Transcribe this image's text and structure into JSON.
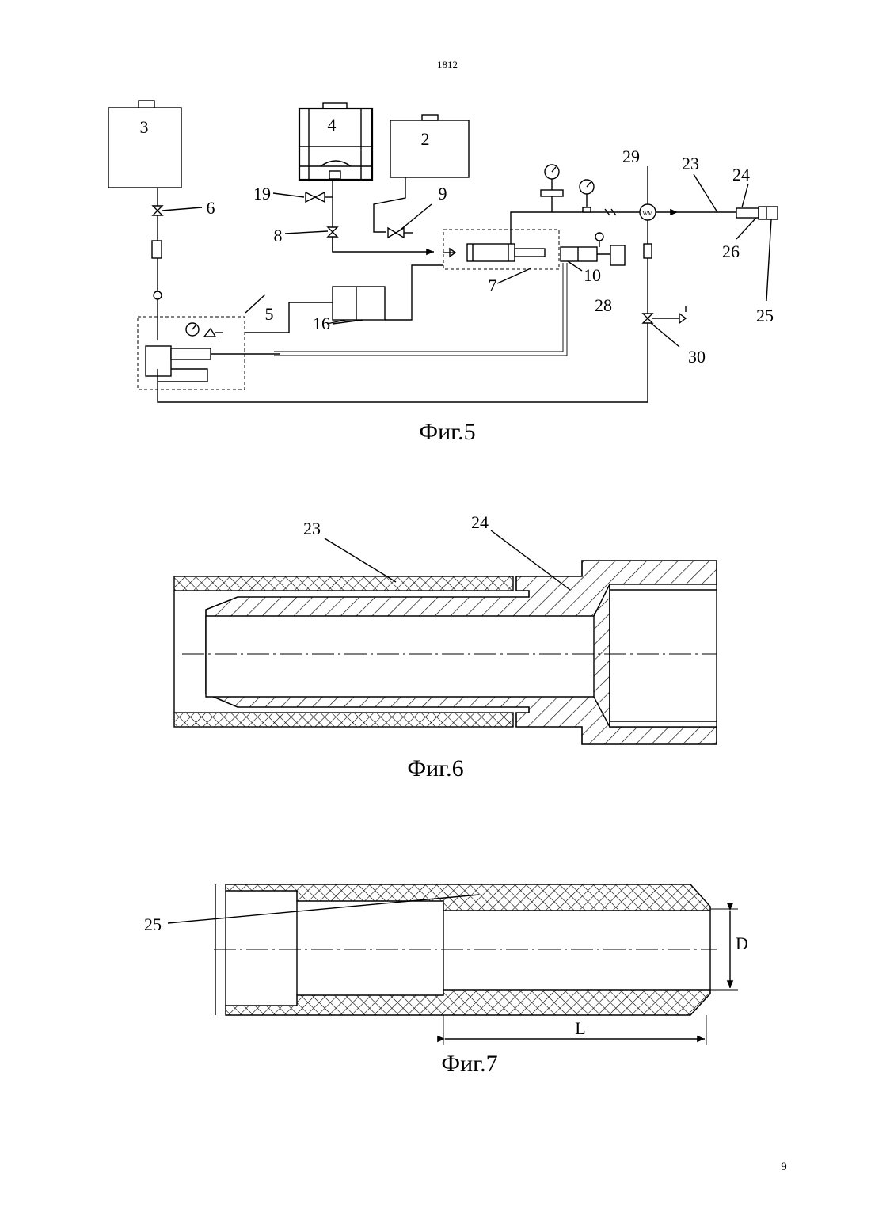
{
  "page": {
    "header_number": "1812",
    "page_number": "9"
  },
  "fig5": {
    "caption": "Фиг.5",
    "labels": {
      "l3": "3",
      "l4": "4",
      "l2": "2",
      "l6": "6",
      "l19": "19",
      "l8": "8",
      "l9": "9",
      "l5": "5",
      "l16": "16",
      "l7": "7",
      "l10": "10",
      "l28": "28",
      "l29": "29",
      "l23": "23",
      "l24": "24",
      "l26": "26",
      "l25": "25",
      "l30": "30"
    },
    "meter_text": "WM"
  },
  "fig6": {
    "caption": "Фиг.6",
    "labels": {
      "l23": "23",
      "l24": "24"
    }
  },
  "fig7": {
    "caption": "Фиг.7",
    "labels": {
      "l25": "25",
      "dim_d": "D",
      "dim_l": "L"
    }
  }
}
